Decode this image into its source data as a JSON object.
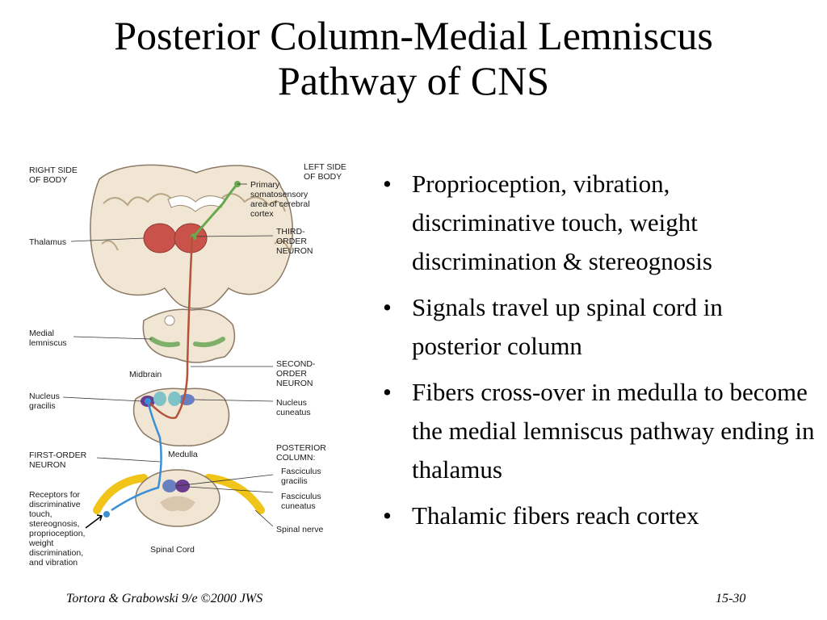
{
  "slide": {
    "title_line1": "Posterior Column-Medial Lemniscus",
    "title_line2": "Pathway of CNS"
  },
  "figure": {
    "labels": {
      "right_side": [
        "RIGHT SIDE",
        "OF BODY"
      ],
      "left_side": [
        "LEFT SIDE",
        "OF BODY"
      ],
      "primary_cortex": [
        "Primary",
        "somatosensory",
        "area of cerebral",
        "cortex"
      ],
      "thalamus": "Thalamus",
      "third_order": [
        "THIRD-",
        "ORDER",
        "NEURON"
      ],
      "medial_lemniscus": [
        "Medial",
        "lemniscus"
      ],
      "midbrain": "Midbrain",
      "second_order": [
        "SECOND-",
        "ORDER",
        "NEURON"
      ],
      "nucleus_gracilis": [
        "Nucleus",
        "gracilis"
      ],
      "nucleus_cuneatus": [
        "Nucleus",
        "cuneatus"
      ],
      "medulla": "Medulla",
      "first_order": [
        "FIRST-ORDER",
        "NEURON"
      ],
      "posterior_column": [
        "POSTERIOR",
        "COLUMN:"
      ],
      "fasciculus_gracilis": [
        "Fasciculus",
        "gracilis"
      ],
      "fasciculus_cuneatus": [
        "Fasciculus",
        "cuneatus"
      ],
      "receptors": [
        "Receptors for",
        "discriminative",
        "touch,",
        "stereognosis,",
        "proprioception,",
        "weight",
        "discrimination,",
        "and vibration"
      ],
      "spinal_nerve": "Spinal nerve",
      "spinal_cord": "Spinal Cord"
    },
    "colors": {
      "brain_fill": "#f1e6d3",
      "cortex": "#d9c7ad",
      "thalamus": "#c9524a",
      "first_neuron": "#3a8fd6",
      "second_neuron": "#b5523a",
      "third_neuron": "#6aa84f",
      "nerve": "#f0c419"
    }
  },
  "bullets": [
    "Proprioception, vibration, discriminative touch, weight discrimination & stereognosis",
    "Signals travel up spinal cord in posterior column",
    "Fibers cross-over in medulla to become the medial lemniscus pathway ending in thalamus",
    "Thalamic fibers reach cortex"
  ],
  "bullet_symbol": "•",
  "footer": {
    "citation": "Tortora & Grabowski 9/e ©2000 JWS",
    "page": "15-30"
  }
}
